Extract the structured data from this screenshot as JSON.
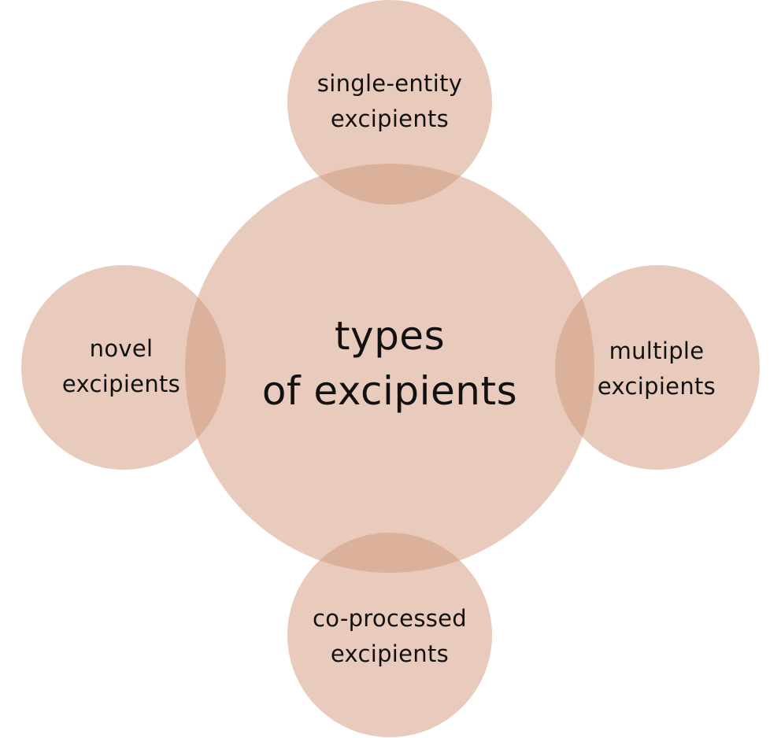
{
  "diagram": {
    "center": {
      "line1": "types",
      "line2": "of excipients"
    },
    "nodes": [
      {
        "id": "top",
        "line1": "single-entity",
        "line2": "excipients"
      },
      {
        "id": "left",
        "line1": "novel",
        "line2": "excipients"
      },
      {
        "id": "right",
        "line1": "multiple",
        "line2": "excipients"
      },
      {
        "id": "bottom",
        "line1": "co-processed",
        "line2": "excipients"
      }
    ],
    "colors": {
      "fill": "#E8CBBC",
      "overlap": "#DBB19C"
    }
  }
}
